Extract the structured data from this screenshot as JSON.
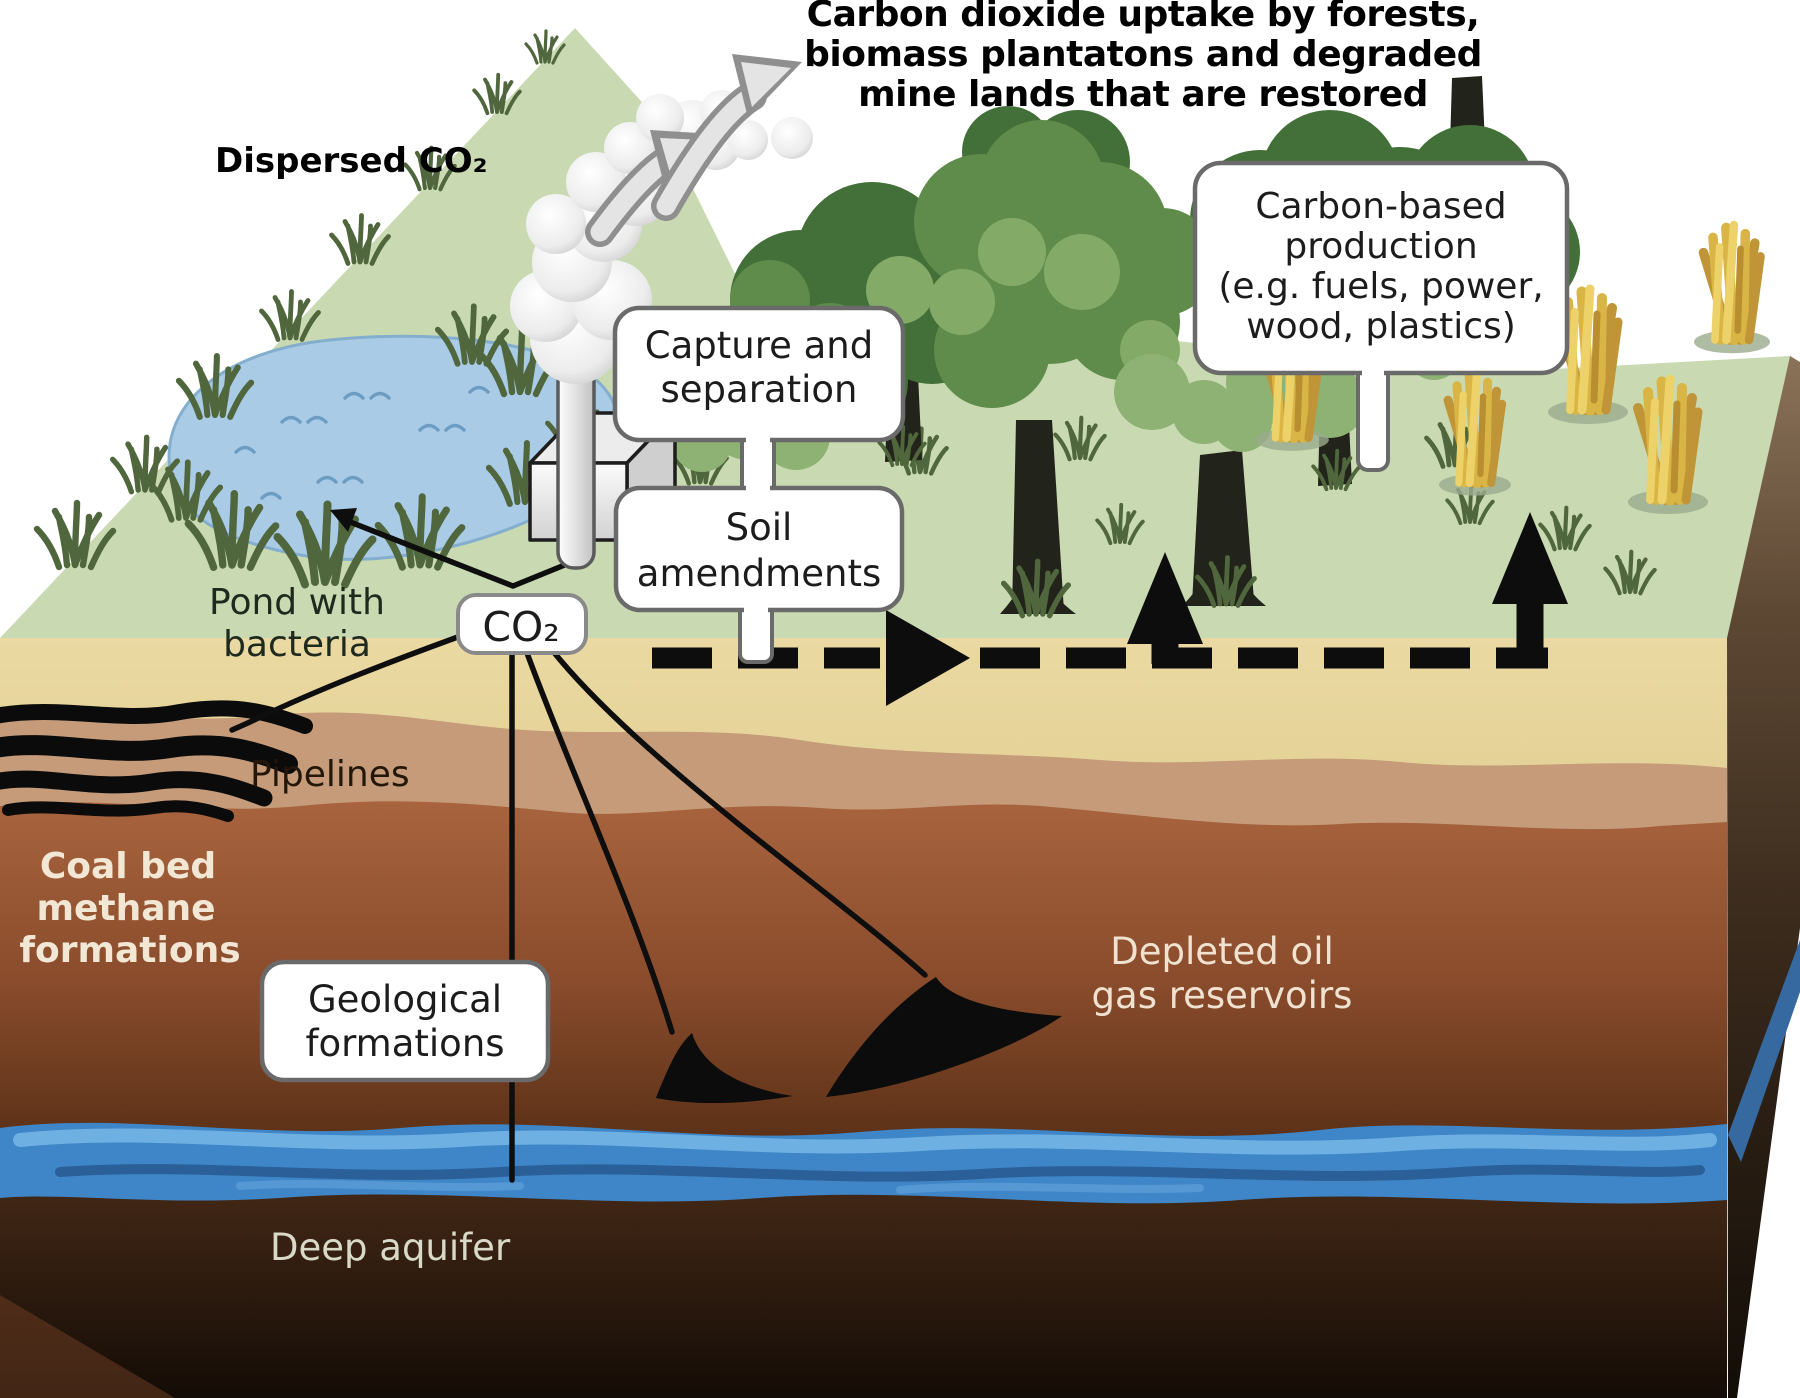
{
  "title": {
    "line1": "Carbon dioxide uptake by forests,",
    "line2": "biomass plantatons and degraded",
    "line3": "mine lands that are restored"
  },
  "labels": {
    "dispersed_co2": "Dispersed CO₂",
    "co2_node": "CO₂",
    "pond_line1": "Pond with",
    "pond_line2": "bacteria",
    "pipelines": "Pipelines",
    "coal_line1": "Coal bed",
    "coal_line2": "methane",
    "coal_line3": "formations",
    "depleted_line1": "Depleted oil",
    "depleted_line2": "gas reservoirs",
    "deep_aquifer": "Deep aquifer"
  },
  "callouts": {
    "capture_line1": "Capture and",
    "capture_line2": "separation",
    "soil_line1": "Soil",
    "soil_line2": "amendments",
    "carbon_line1": "Carbon-based",
    "carbon_line2": "production",
    "carbon_line3": "(e.g. fuels, power,",
    "carbon_line4": "wood, plastics)",
    "geo_line1": "Geological",
    "geo_line2": "formations"
  },
  "palette": {
    "surface_green": "#c9dab2",
    "sand_layer": "#e7d69c",
    "tan_layer": "#c59b7a",
    "rust_layer": "#a8643e",
    "deep_brown": "#1a1008",
    "aquifer_blue": "#3f86c8",
    "aquifer_highlight": "#6fb0e2",
    "right_face_top": "#8a7258",
    "pond_blue": "#a9cbe6",
    "tree_dark": "#436f38",
    "tree_mid": "#5f8c4a",
    "tree_light": "#8db273",
    "wheat_gold": "#d9b545",
    "smoke_gray": "#e6e6e6",
    "arrow_black": "#0d0d0d",
    "callout_border": "#6a6a6a"
  }
}
